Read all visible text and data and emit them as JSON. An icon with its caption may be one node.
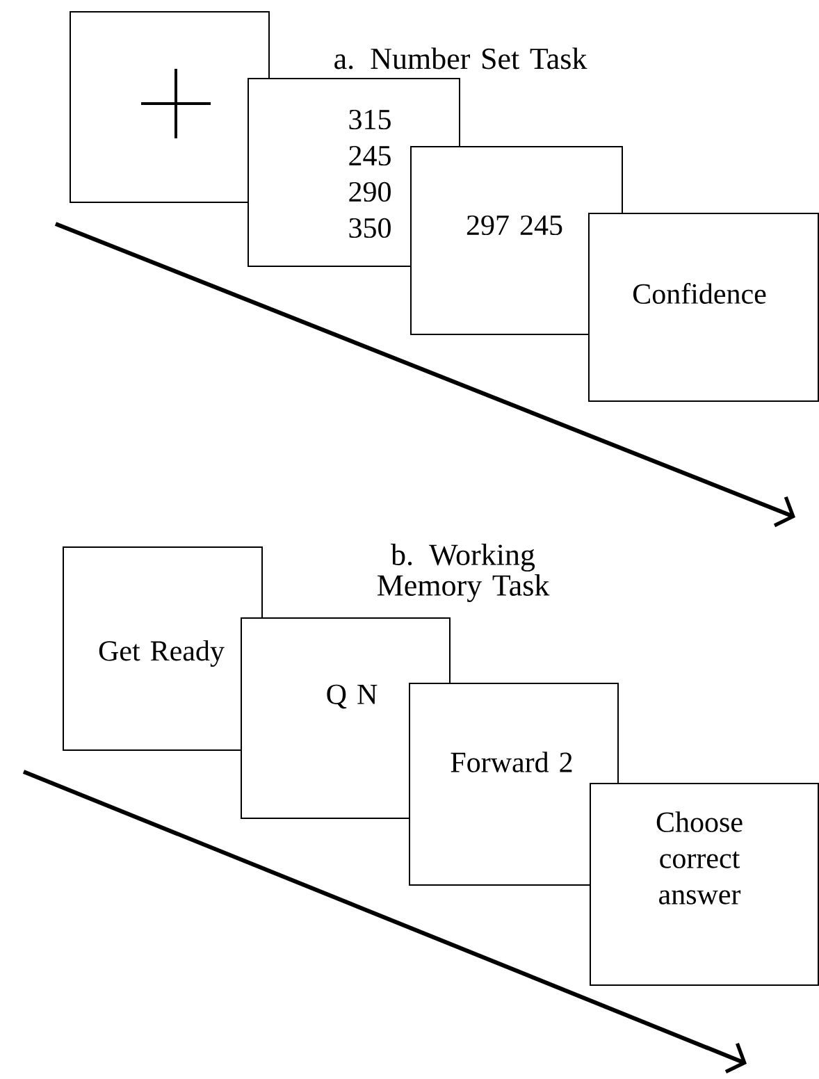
{
  "diagram": {
    "nodes": [
      {
        "text": [],
        "shape": "box"
      },
      {
        "text": [
          "315 245 290 350"
        ]
      },
      {
        "text": [
          "297 245"
        ]
      },
      {
        "text": [
          "Confidence"
        ]
      },
      {
        "text": [
          "Get Ready"
        ]
      },
      {
        "text": [
          "Q N"
        ]
      },
      {
        "text": [
          "Forward 2"
        ]
      },
      {
        "text": [
          "Choose correct answer"
        ]
      }
    ],
    "labels": [
      "a. Number Set Task",
      "b. Working Memory Task"
    ]
  }
}
